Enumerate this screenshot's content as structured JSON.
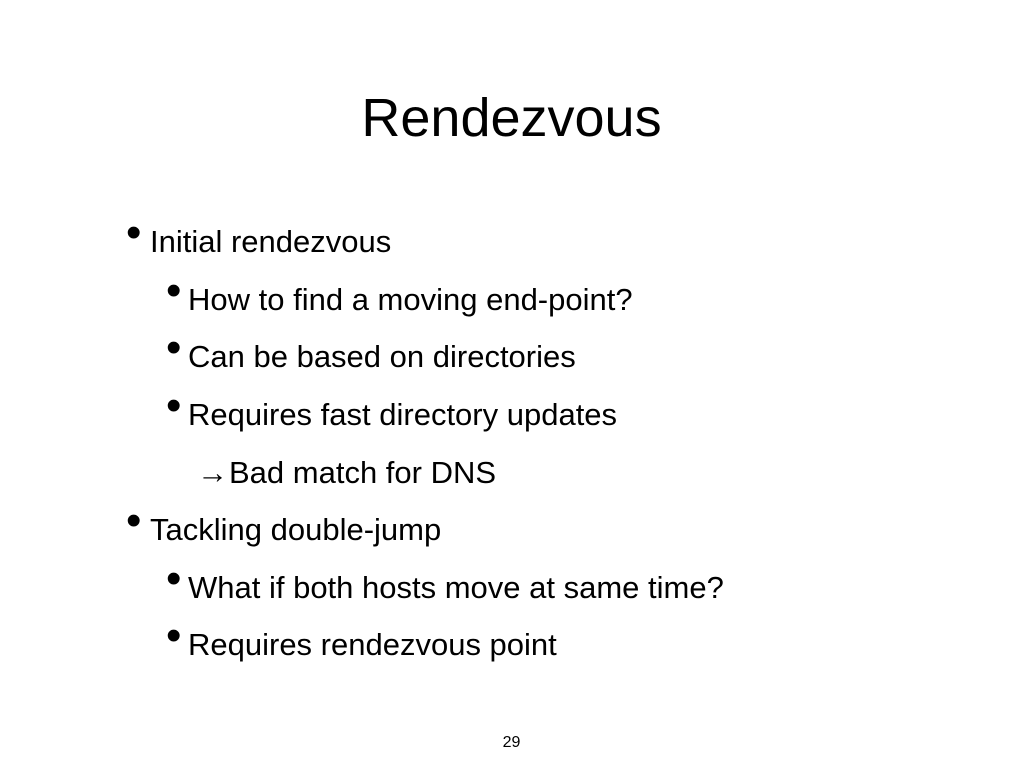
{
  "slide": {
    "title": "Rendezvous",
    "bullets": [
      {
        "level": 1,
        "text": "Initial rendezvous"
      },
      {
        "level": 2,
        "text": "How to find a moving end-point?"
      },
      {
        "level": 2,
        "text": "Can be based on directories"
      },
      {
        "level": 2,
        "text": "Requires fast directory updates"
      },
      {
        "level": 3,
        "arrow": "→",
        "text": "Bad match for DNS"
      },
      {
        "level": 1,
        "text": "Tackling double-jump"
      },
      {
        "level": 2,
        "text": "What if both hosts move at same time?"
      },
      {
        "level": 2,
        "text": "Requires rendezvous point"
      }
    ],
    "bullet_glyph": "•",
    "page_number": "29"
  }
}
